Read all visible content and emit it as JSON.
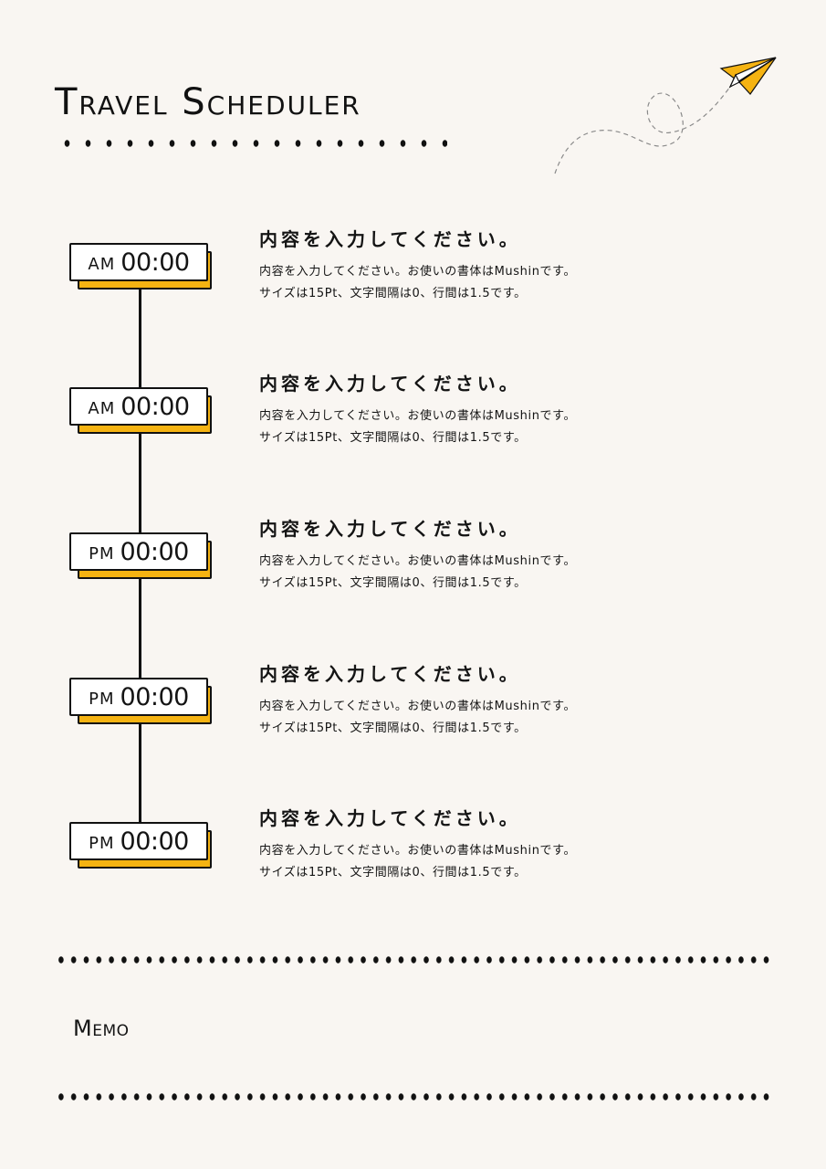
{
  "header": {
    "title": "Travel Scheduler"
  },
  "decoration": {
    "icon": "paper-airplane-icon",
    "plane_color": "#f5b312",
    "background": "#f9f6f2"
  },
  "schedule": [
    {
      "period": "AM",
      "time": "00:00",
      "heading": "内容を入力してください。",
      "body_line1": "内容を入力してください。お使いの書体はMushinです。",
      "body_line2": "サイズは15Pt、文字間隔は0、行間は1.5です。"
    },
    {
      "period": "AM",
      "time": "00:00",
      "heading": "内容を入力してください。",
      "body_line1": "内容を入力してください。お使いの書体はMushinです。",
      "body_line2": "サイズは15Pt、文字間隔は0、行間は1.5です。"
    },
    {
      "period": "PM",
      "time": "00:00",
      "heading": "内容を入力してください。",
      "body_line1": "内容を入力してください。お使いの書体はMushinです。",
      "body_line2": "サイズは15Pt、文字間隔は0、行間は1.5です。"
    },
    {
      "period": "PM",
      "time": "00:00",
      "heading": "内容を入力してください。",
      "body_line1": "内容を入力してください。お使いの書体はMushinです。",
      "body_line2": "サイズは15Pt、文字間隔は0、行間は1.5です。"
    },
    {
      "period": "PM",
      "time": "00:00",
      "heading": "内容を入力してください。",
      "body_line1": "内容を入力してください。お使いの書体はMushinです。",
      "body_line2": "サイズは15Pt、文字間隔は0、行間は1.5です。"
    }
  ],
  "memo": {
    "label": "Memo"
  }
}
